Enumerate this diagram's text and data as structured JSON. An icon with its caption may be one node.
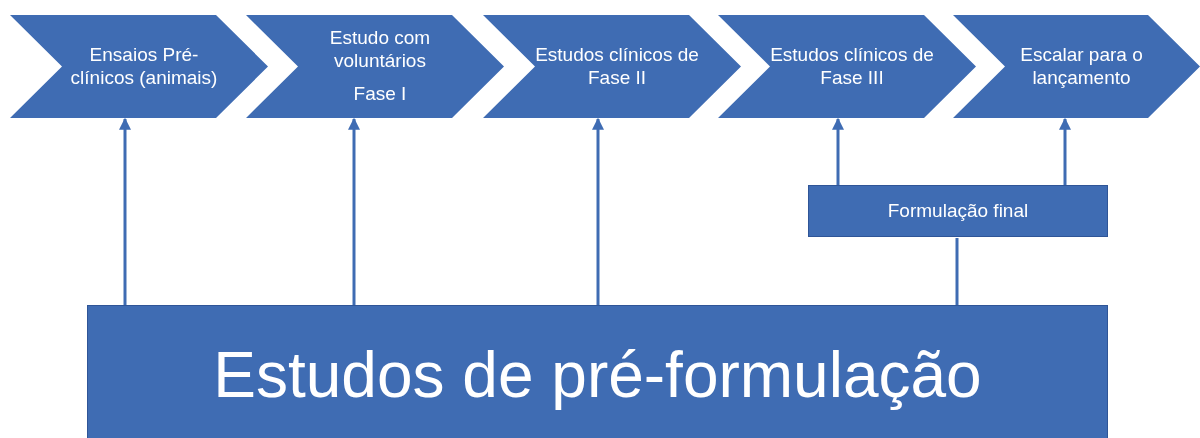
{
  "diagram": {
    "nodes": [
      {
        "text": [
          "Ensaios Pré-clínicos (animais)"
        ]
      },
      {
        "text": [
          "Estudo com voluntários",
          "Fase I"
        ]
      },
      {
        "text": [
          "Estudos clínicos de Fase II"
        ]
      },
      {
        "text": [
          "Estudos clínicos de Fase III"
        ]
      },
      {
        "text": [
          "Escalar para o lançamento"
        ]
      },
      {
        "text": [
          "Formulação final"
        ]
      },
      {
        "text": [
          "Estudos de pré-formulação"
        ]
      }
    ],
    "edges": [
      {
        "from": 6,
        "to": 0,
        "arrow": "to"
      },
      {
        "from": 6,
        "to": 1,
        "arrow": "to"
      },
      {
        "from": 6,
        "to": 2,
        "arrow": "to"
      },
      {
        "from": 6,
        "to": 5,
        "arrow": "none"
      },
      {
        "from": 5,
        "to": 3,
        "arrow": "to"
      },
      {
        "from": 5,
        "to": 4,
        "arrow": "to"
      }
    ]
  }
}
